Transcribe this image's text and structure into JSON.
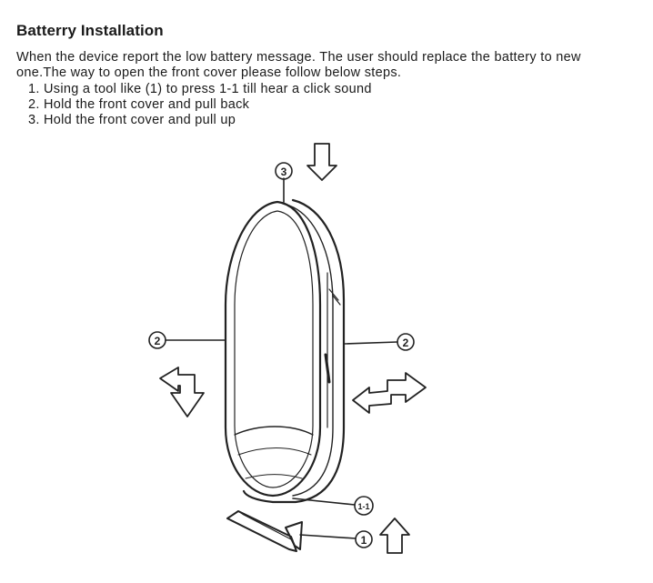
{
  "document": {
    "title": "Batterry Installation",
    "intro": "When the device report the low battery message. The user should replace the battery to new one.The way to open the front cover please follow below steps.",
    "steps": [
      "1. Using a tool like (1) to press 1-1 till hear a click sound",
      "2. Hold the front cover and pull back",
      "3. Hold the front cover and pull up"
    ]
  },
  "figure": {
    "callouts": {
      "top": "3",
      "left": "2",
      "right": "2",
      "latch": "1-1",
      "tool": "1"
    }
  }
}
